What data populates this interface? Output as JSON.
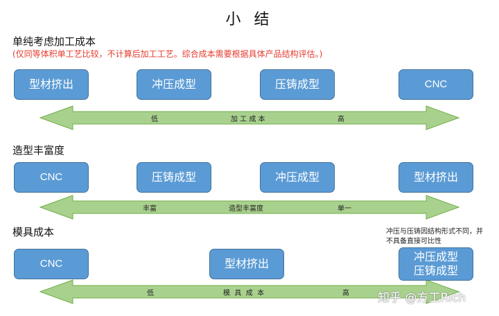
{
  "title": "小 结",
  "sections": [
    {
      "heading": "单纯考虑加工成本",
      "note": "(仅同等体积单工艺比较，不计算后加工工艺。综合成本需要根据具体产品结构评估。)",
      "boxes": [
        "型材挤出",
        "冲压成型",
        "压铸成型",
        "CNC"
      ],
      "arrow": {
        "left_label": "低",
        "mid_label": "加 工 成 本",
        "right_label": "高"
      }
    },
    {
      "heading": "造型丰富度",
      "boxes": [
        "CNC",
        "压铸成型",
        "冲压成型",
        "型材挤出"
      ],
      "arrow": {
        "left_label": "丰富",
        "mid_label": "造型丰富度",
        "right_label": "单一"
      }
    },
    {
      "heading": "模具成本",
      "boxes": [
        "CNC",
        "型材挤出",
        "冲压成型",
        "压铸成型"
      ],
      "arrow": {
        "left_label": "低",
        "mid_label": "模  具  成  本",
        "right_label": "高"
      },
      "side_note": "冲压与压铸因结构形式不同，并不具备直接可比性"
    }
  ],
  "watermark": "知乎 @方工Rich",
  "colors": {
    "box_fill": "#5b9bd5",
    "box_border": "#41719c",
    "arrow_fill": "#a9d18e",
    "arrow_stroke": "#70ad47",
    "note_red": "#e53b2e"
  }
}
